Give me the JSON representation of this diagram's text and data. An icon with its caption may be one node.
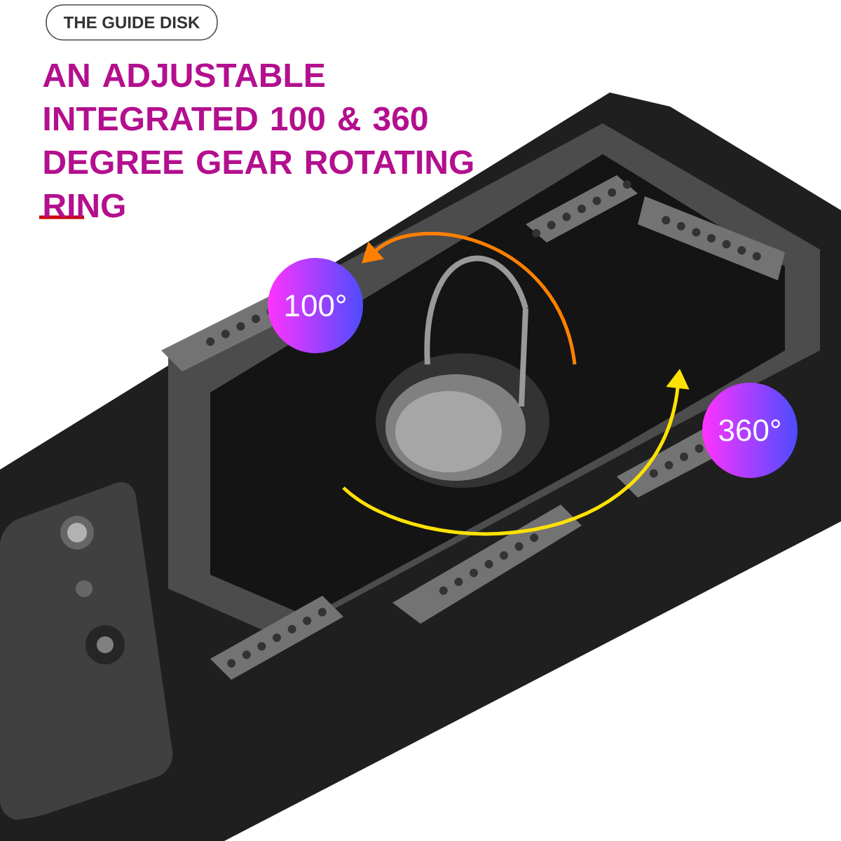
{
  "diagram": {
    "title": "AN ADJUSTABLE INTEGRATED 100 & 360 DEGREE GEAR ROTATING RING",
    "nodes": [
      {
        "text": [
          "THE GUIDE DISK"
        ]
      },
      {
        "text": [
          "100°"
        ]
      },
      {
        "text": [
          "360°"
        ]
      }
    ]
  }
}
